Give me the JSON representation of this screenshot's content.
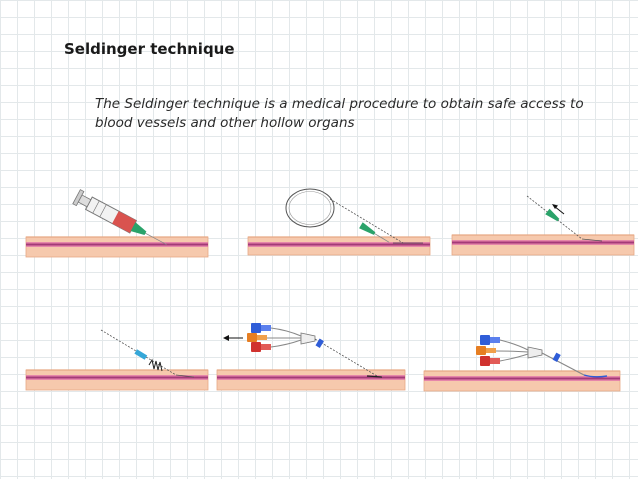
{
  "slide": {
    "title": "Seldinger technique",
    "subtitle": "The Seldinger technique is a medical procedure to obtain safe access to blood vessels and other hollow organs"
  },
  "colors": {
    "skin": "#f6c9ad",
    "skin_edge": "#e6a985",
    "vessel": "#a43a78",
    "vessel_light": "#e06aa8",
    "needle_green": "#2aa36a",
    "syringe_red": "#d9534f",
    "hub_blue": "#2f5dd8",
    "hub_orange": "#e67e22",
    "hub_red": "#d0322f"
  },
  "panels": [
    {
      "step": 1,
      "depicts": "syringe-needle-insertion"
    },
    {
      "step": 2,
      "depicts": "guidewire-through-needle"
    },
    {
      "step": 3,
      "depicts": "needle-withdrawal"
    },
    {
      "step": 4,
      "depicts": "dilator-over-guidewire"
    },
    {
      "step": 5,
      "depicts": "catheter-over-guidewire"
    },
    {
      "step": 6,
      "depicts": "catheter-in-place"
    }
  ]
}
